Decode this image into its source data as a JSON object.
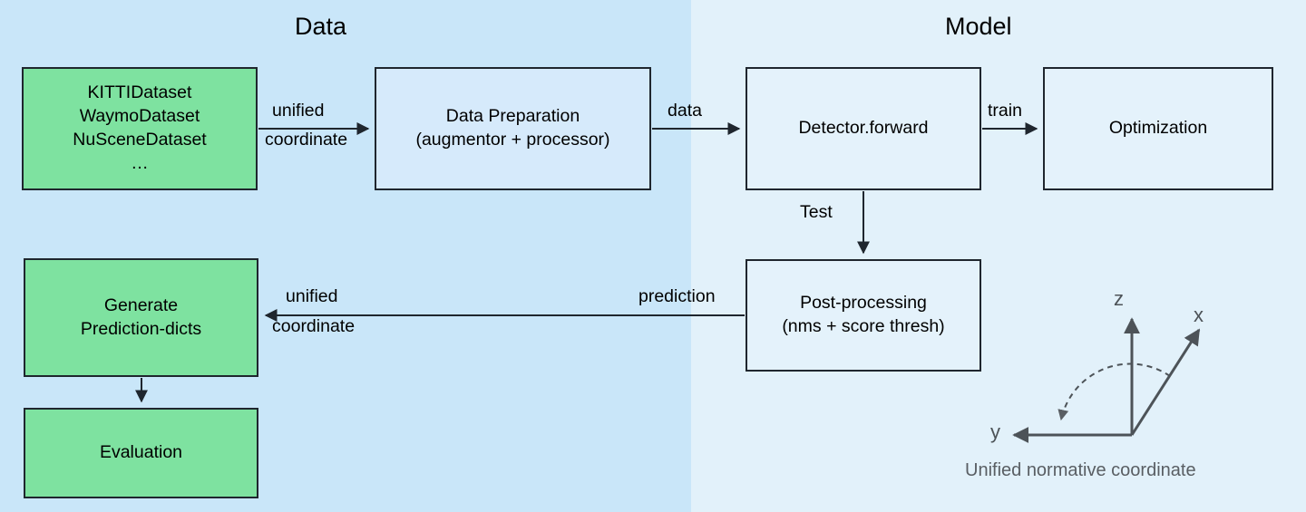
{
  "diagram": {
    "title_data": "Data",
    "title_model": "Model",
    "panel_colors": {
      "data": "#c9e6f9",
      "model": "#e2f1fa",
      "node_green": "#7ee2a0",
      "node_blue": "#d6eafb",
      "stroke": "#1f262e",
      "axis_gray": "#595e63"
    },
    "nodes": {
      "datasets": "KITTIDataset\nWaymoDataset\nNuSceneDataset\n…",
      "data_preparation": "Data Preparation\n(augmentor + processor)",
      "detector_forward": "Detector.forward",
      "optimization": "Optimization",
      "post_processing": "Post-processing\n(nms + score thresh)",
      "generate_prediction_dicts": "Generate\nPrediction-dicts",
      "evaluation": "Evaluation"
    },
    "edges": {
      "unified_1": "unified",
      "coordinate_1": "coordinate",
      "data": "data",
      "train": "train",
      "test": "Test",
      "prediction": "prediction",
      "unified_2": "unified",
      "coordinate_2": "coordinate"
    },
    "axes": {
      "z": "z",
      "x": "x",
      "y": "y",
      "caption": "Unified normative coordinate"
    }
  }
}
